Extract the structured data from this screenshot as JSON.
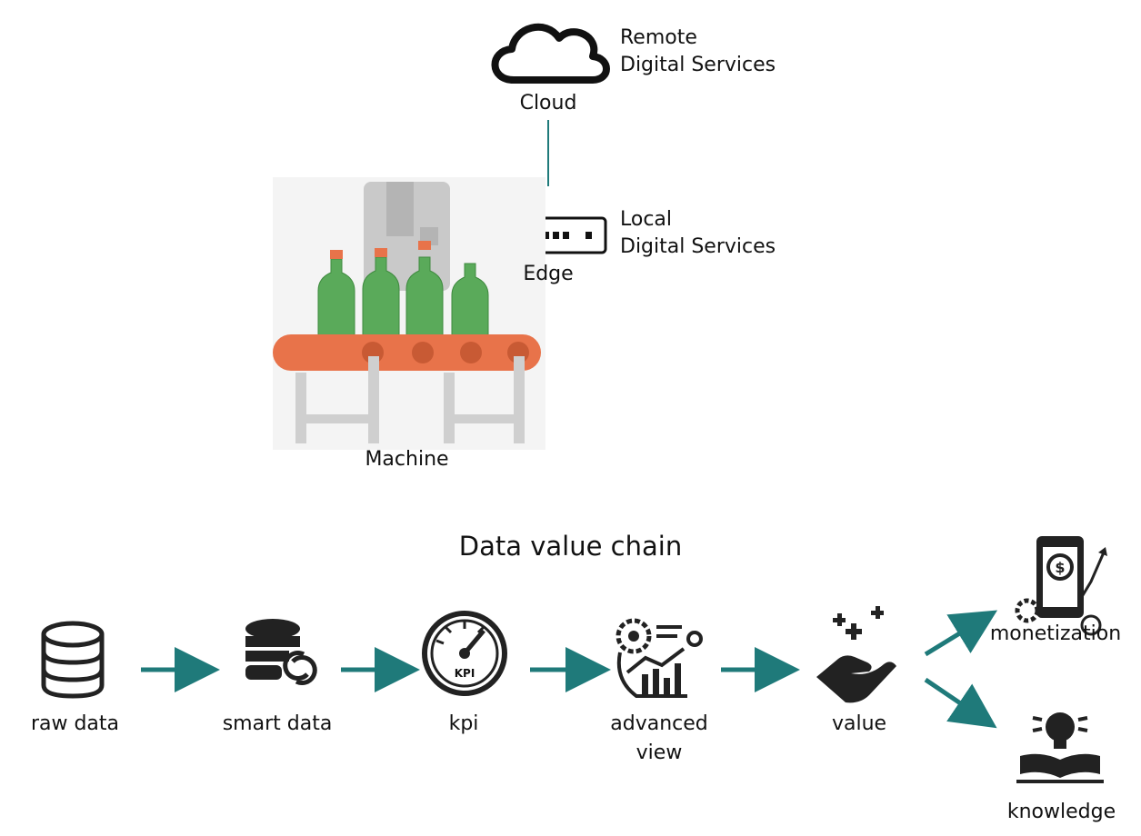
{
  "top": {
    "cloud": {
      "label": "Cloud",
      "service_line1": "Remote",
      "service_line2": "Digital Services"
    },
    "edge": {
      "label": "Edge",
      "service_line1": "Local",
      "service_line2": "Digital Services"
    },
    "machine": {
      "label": "Machine"
    }
  },
  "chain": {
    "title": "Data value chain",
    "steps": [
      {
        "label": "raw data",
        "icon": "database-icon"
      },
      {
        "label": "smart data",
        "icon": "database-sync-icon"
      },
      {
        "label": "kpi",
        "icon": "kpi-gauge-icon"
      },
      {
        "label_line1": "advanced",
        "label_line2": "view",
        "icon": "analytics-gear-icon"
      },
      {
        "label": "value",
        "icon": "hand-sparkle-icon"
      }
    ],
    "outcomes": [
      {
        "label": "monetization",
        "icon": "money-phone-icon"
      },
      {
        "label": "knowledge",
        "icon": "lightbulb-book-icon"
      }
    ],
    "kpi_badge": "KPI"
  },
  "colors": {
    "teal": "#1f7a7a",
    "orange": "#e8734a",
    "bottle": "#5aaa5a",
    "grey": "#c8c8c8"
  }
}
